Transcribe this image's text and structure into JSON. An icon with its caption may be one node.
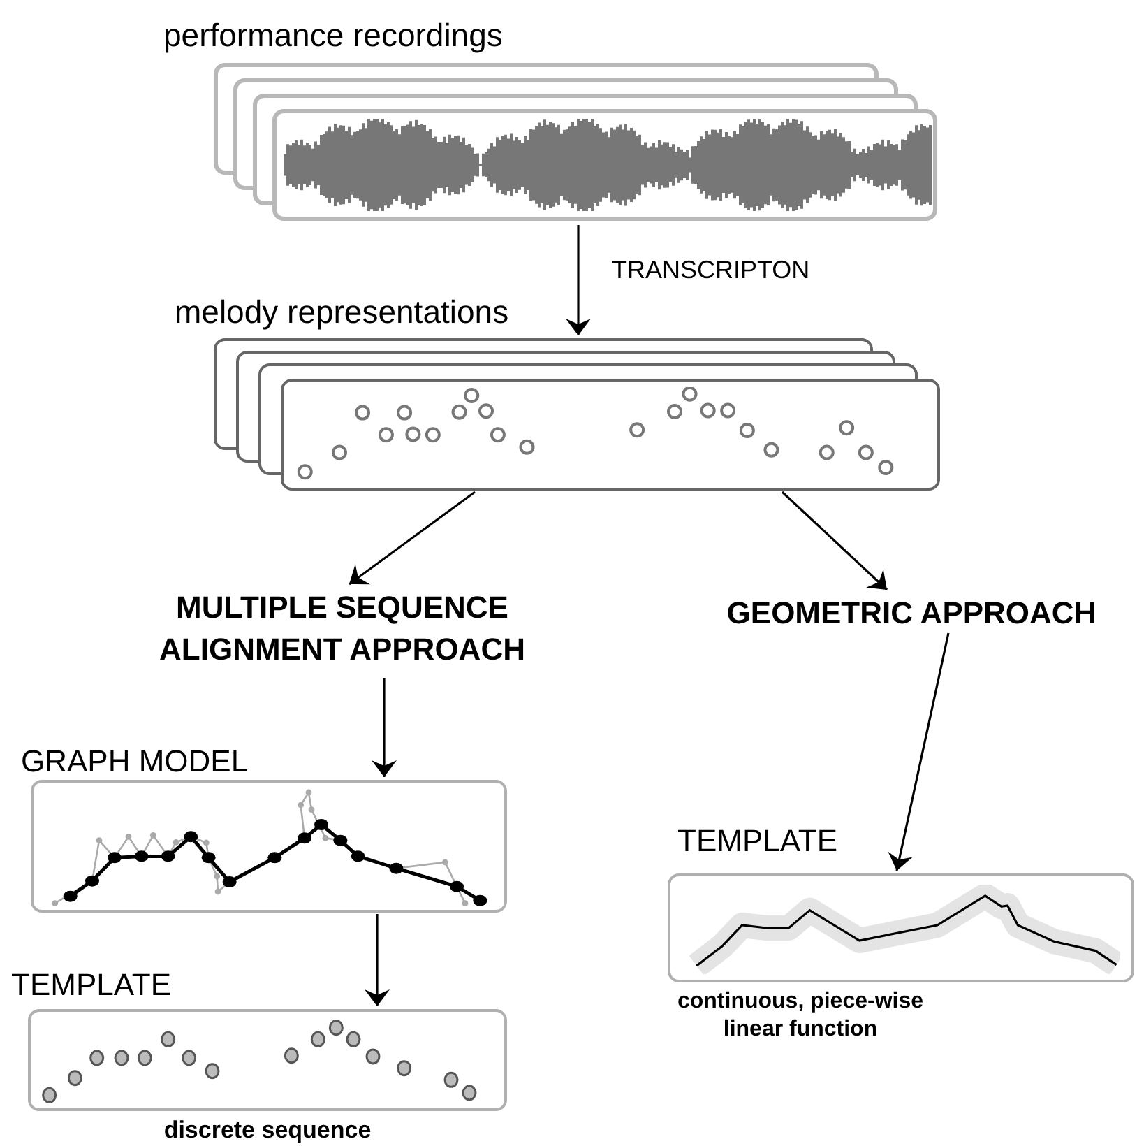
{
  "diagram": {
    "nodes": [
      {
        "text": [
          "performance recordings"
        ]
      },
      {
        "text": [
          "melody representations"
        ]
      },
      {
        "text": [
          "MULTIPLE SEQUENCE ALIGNMENT APPROACH"
        ]
      },
      {
        "text": [
          "GEOMETRIC APPROACH"
        ]
      },
      {
        "text": [
          "GRAPH MODEL"
        ]
      },
      {
        "text": [
          "TEMPLATE",
          "discrete sequence"
        ]
      },
      {
        "text": [
          "TEMPLATE",
          "continuous, piece-wise linear function"
        ]
      }
    ],
    "edges": [
      {
        "from": 0,
        "to": 1,
        "arrow": "to",
        "label": "TRANSCRIPTON"
      },
      {
        "from": 1,
        "to": 2,
        "arrow": "to"
      },
      {
        "from": 1,
        "to": 3,
        "arrow": "to"
      },
      {
        "from": 2,
        "to": 4,
        "arrow": "to"
      },
      {
        "from": 4,
        "to": 5,
        "arrow": "to"
      },
      {
        "from": 3,
        "to": 6,
        "arrow": "to"
      }
    ]
  }
}
